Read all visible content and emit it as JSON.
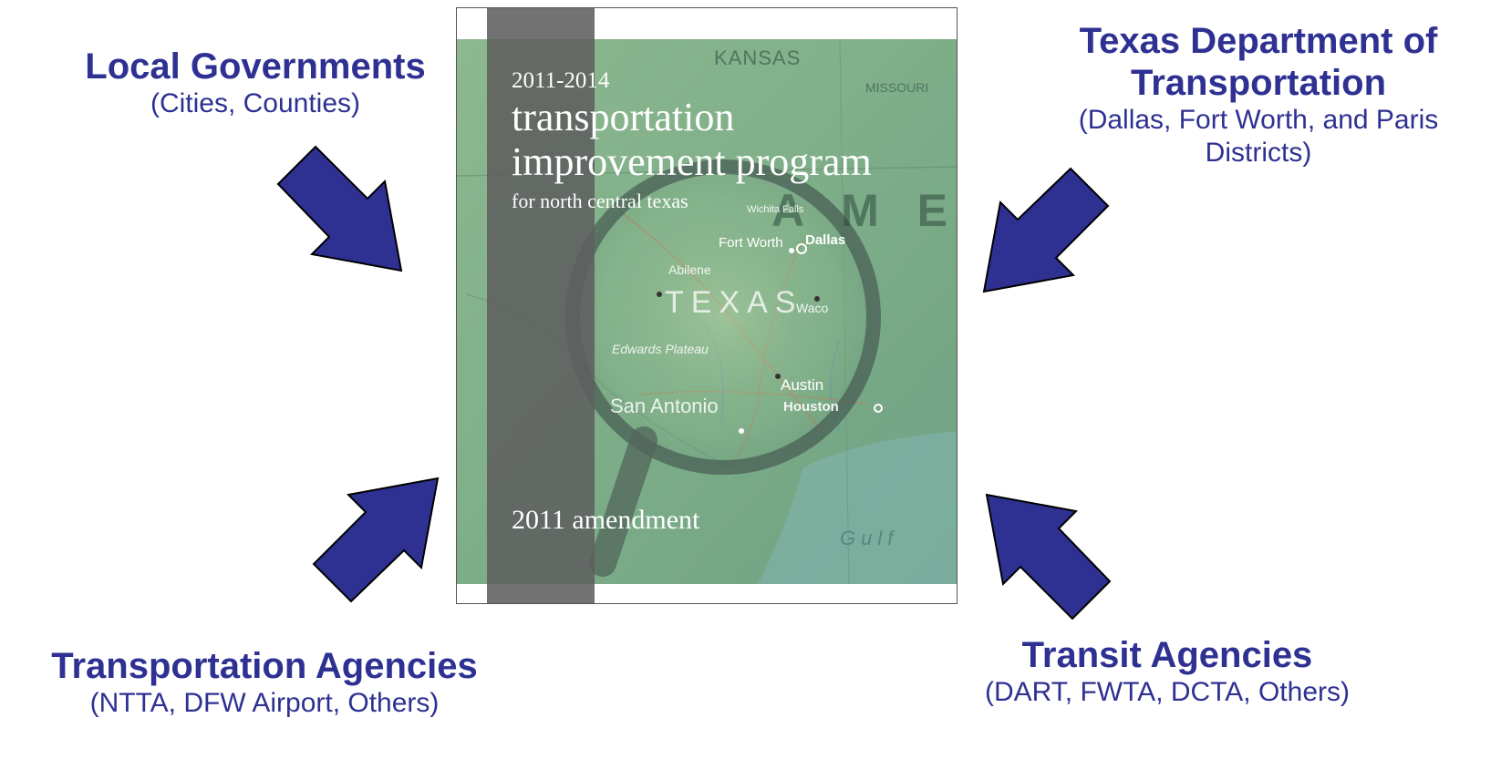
{
  "colors": {
    "heading": "#2e3192",
    "arrow_fill": "#2e3192",
    "arrow_stroke": "#000000",
    "map_green": "#7fae8a",
    "cover_band": "#5f5f5f"
  },
  "cover": {
    "years": "2011-2014",
    "title_line1": "transportation",
    "title_line2": "improvement program",
    "title_line3": "for north central texas",
    "amendment": "2011 amendment",
    "map_labels": {
      "kansas": "KANSAS",
      "missouri": "MISSOURI",
      "texas": "TEXAS",
      "dallas": "Dallas",
      "fort_worth": "Fort Worth",
      "wichita_falls": "Wichita Falls",
      "abilene": "Abilene",
      "waco": "Waco",
      "edwards_plateau": "Edwards Plateau",
      "austin": "Austin",
      "houston": "Houston",
      "san_antonio": "San Antonio",
      "gulf": "Gulf",
      "america_letters": "A M E"
    }
  },
  "groups": {
    "local": {
      "title": "Local Governments",
      "subtitle": "(Cities, Counties)"
    },
    "txdot": {
      "title_line1": "Texas Department of",
      "title_line2": "Transportation",
      "subtitle_line1": "(Dallas, Fort Worth, and Paris",
      "subtitle_line2": "Districts)"
    },
    "agencies": {
      "title": "Transportation Agencies",
      "subtitle": "(NTTA, DFW Airport, Others)"
    },
    "transit": {
      "title": "Transit Agencies",
      "subtitle": "(DART, FWTA, DCTA, Others)"
    }
  }
}
